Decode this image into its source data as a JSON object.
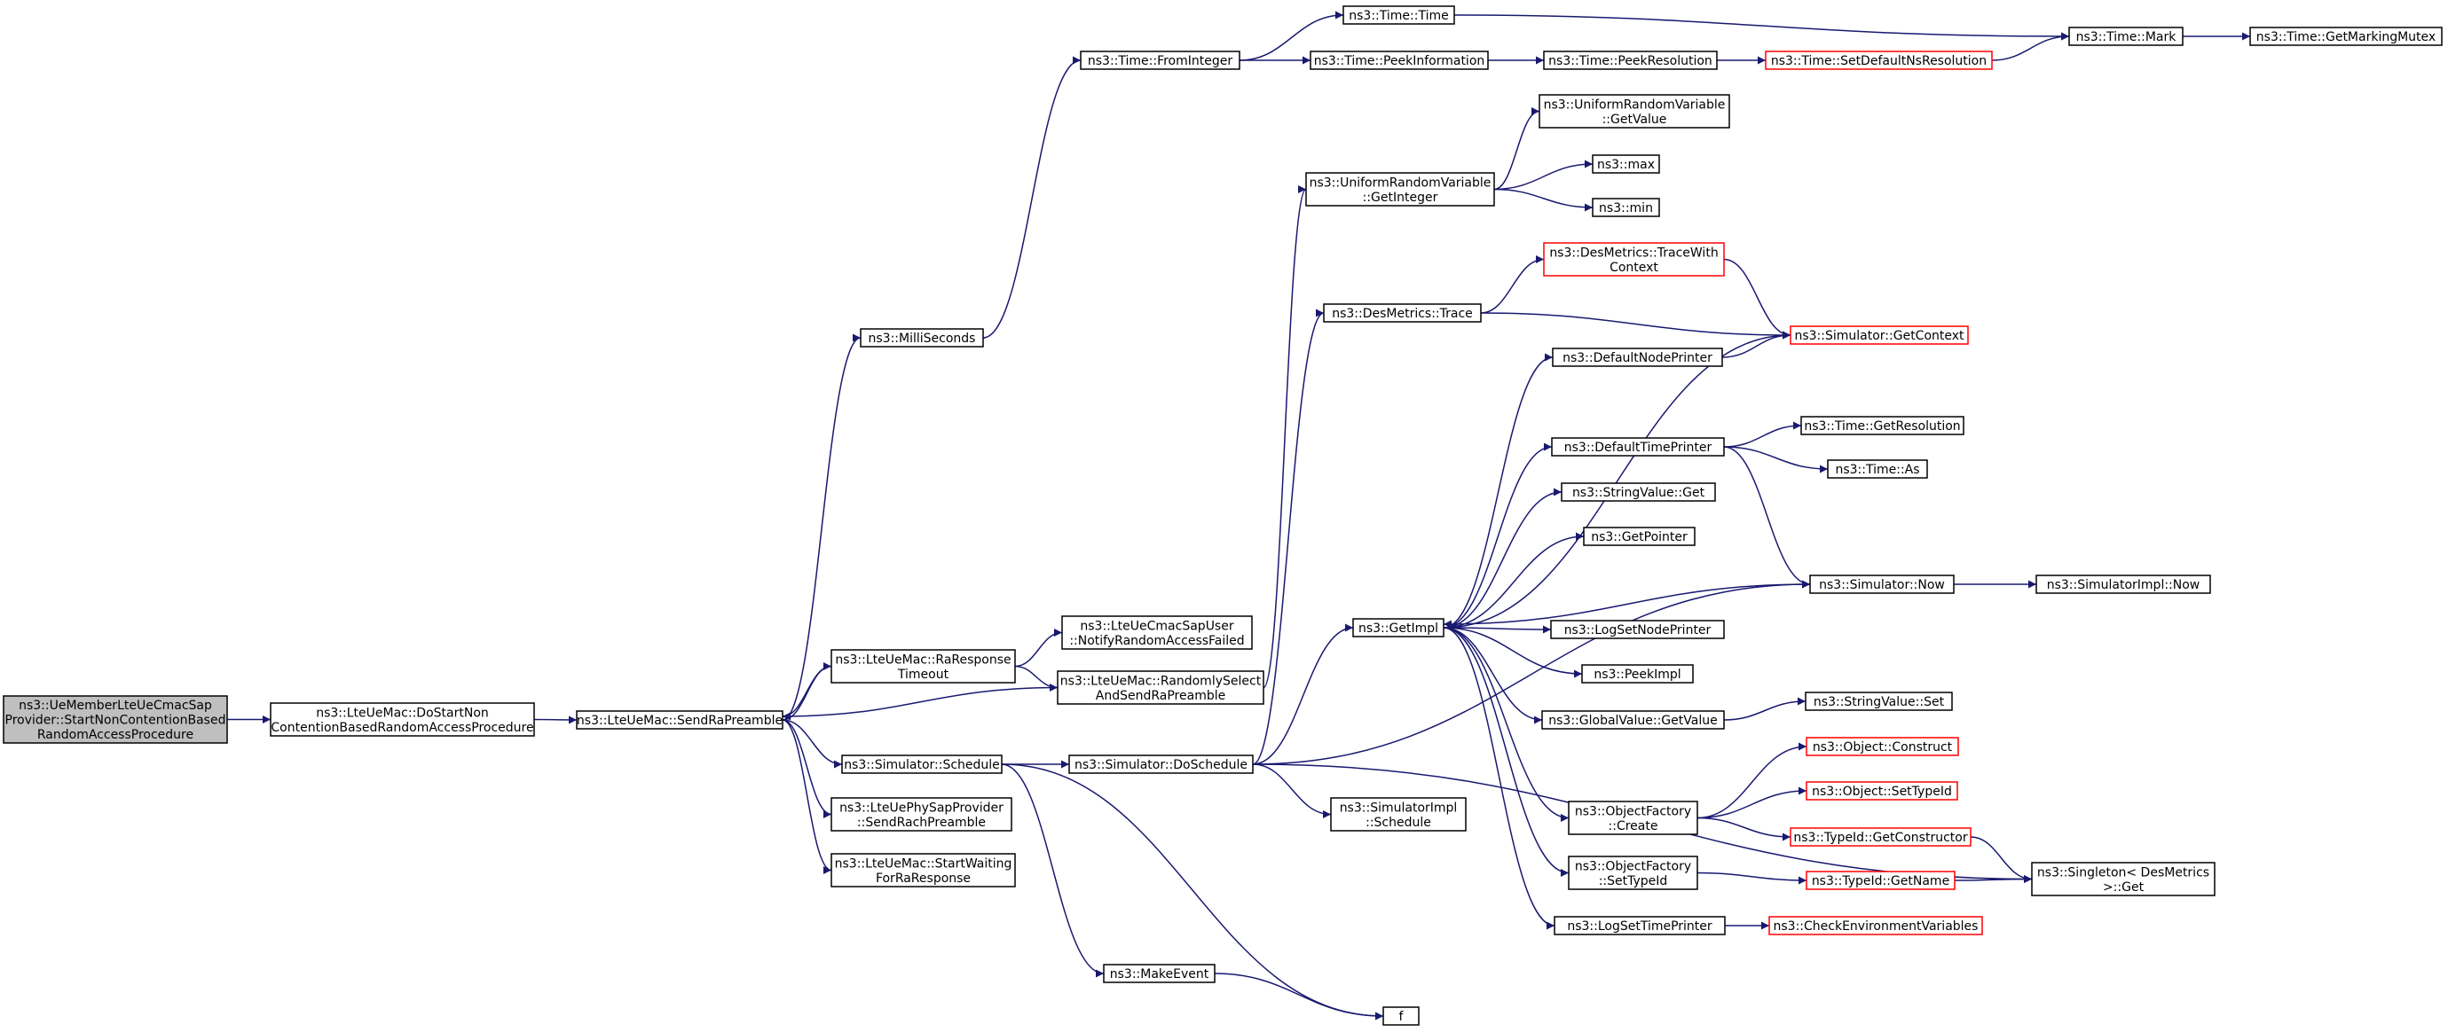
{
  "colors": {
    "edge": "#191970",
    "highlight_border": "#ff0000",
    "root_fill": "#bfbfbf"
  },
  "nodes": [
    {
      "id": "root",
      "label": [
        "ns3::UeMemberLteUeCmacSap",
        "Provider::StartNonContentionBased",
        "RandomAccessProcedure"
      ],
      "style": "root",
      "interactable": false
    },
    {
      "id": "doStart",
      "label": [
        "ns3::LteUeMac::DoStartNon",
        "ContentionBasedRandomAccessProcedure"
      ],
      "style": "normal",
      "interactable": true
    },
    {
      "id": "sendRa",
      "label": [
        "ns3::LteUeMac::SendRaPreamble"
      ],
      "style": "normal",
      "interactable": true
    },
    {
      "id": "milli",
      "label": [
        "ns3::MilliSeconds"
      ],
      "style": "normal",
      "interactable": true
    },
    {
      "id": "fromInt",
      "label": [
        "ns3::Time::FromInteger"
      ],
      "style": "normal",
      "interactable": true
    },
    {
      "id": "timeTime",
      "label": [
        "ns3::Time::Time"
      ],
      "style": "normal",
      "interactable": true
    },
    {
      "id": "peekInfo",
      "label": [
        "ns3::Time::PeekInformation"
      ],
      "style": "normal",
      "interactable": true
    },
    {
      "id": "peekRes",
      "label": [
        "ns3::Time::PeekResolution"
      ],
      "style": "normal",
      "interactable": true
    },
    {
      "id": "setDefRes",
      "label": [
        "ns3::Time::SetDefaultNsResolution"
      ],
      "style": "red",
      "interactable": true
    },
    {
      "id": "mark",
      "label": [
        "ns3::Time::Mark"
      ],
      "style": "normal",
      "interactable": true
    },
    {
      "id": "getMutex",
      "label": [
        "ns3::Time::GetMarkingMutex"
      ],
      "style": "normal",
      "interactable": true
    },
    {
      "id": "raTimeout",
      "label": [
        "ns3::LteUeMac::RaResponse",
        "Timeout"
      ],
      "style": "normal",
      "interactable": true
    },
    {
      "id": "notifyFailed",
      "label": [
        "ns3::LteUeCmacSapUser",
        "::NotifyRandomAccessFailed"
      ],
      "style": "normal",
      "interactable": true
    },
    {
      "id": "randSel",
      "label": [
        "ns3::LteUeMac::RandomlySelect",
        "AndSendRaPreamble"
      ],
      "style": "normal",
      "interactable": true
    },
    {
      "id": "urvGetInt",
      "label": [
        "ns3::UniformRandomVariable",
        "::GetInteger"
      ],
      "style": "normal",
      "interactable": true
    },
    {
      "id": "urvGetVal",
      "label": [
        "ns3::UniformRandomVariable",
        "::GetValue"
      ],
      "style": "normal",
      "interactable": true
    },
    {
      "id": "max",
      "label": [
        "ns3::max"
      ],
      "style": "normal",
      "interactable": true
    },
    {
      "id": "min",
      "label": [
        "ns3::min"
      ],
      "style": "normal",
      "interactable": true
    },
    {
      "id": "dmTraceCtx",
      "label": [
        "ns3::DesMetrics::TraceWith",
        "Context"
      ],
      "style": "red",
      "interactable": true
    },
    {
      "id": "dmTrace",
      "label": [
        "ns3::DesMetrics::Trace"
      ],
      "style": "normal",
      "interactable": true
    },
    {
      "id": "getCtx",
      "label": [
        "ns3::Simulator::GetContext"
      ],
      "style": "red",
      "interactable": true
    },
    {
      "id": "defNodePr",
      "label": [
        "ns3::DefaultNodePrinter"
      ],
      "style": "normal",
      "interactable": true
    },
    {
      "id": "defTimePr",
      "label": [
        "ns3::DefaultTimePrinter"
      ],
      "style": "normal",
      "interactable": true
    },
    {
      "id": "getRes",
      "label": [
        "ns3::Time::GetResolution"
      ],
      "style": "normal",
      "interactable": true
    },
    {
      "id": "timeAs",
      "label": [
        "ns3::Time::As"
      ],
      "style": "normal",
      "interactable": true
    },
    {
      "id": "strGet",
      "label": [
        "ns3::StringValue::Get"
      ],
      "style": "normal",
      "interactable": true
    },
    {
      "id": "getPtr",
      "label": [
        "ns3::GetPointer"
      ],
      "style": "normal",
      "interactable": true
    },
    {
      "id": "simNow",
      "label": [
        "ns3::Simulator::Now"
      ],
      "style": "normal",
      "interactable": true
    },
    {
      "id": "simImplNow",
      "label": [
        "ns3::SimulatorImpl::Now"
      ],
      "style": "normal",
      "interactable": true
    },
    {
      "id": "getImpl",
      "label": [
        "ns3::GetImpl"
      ],
      "style": "normal",
      "interactable": true
    },
    {
      "id": "logSetNode",
      "label": [
        "ns3::LogSetNodePrinter"
      ],
      "style": "normal",
      "interactable": true
    },
    {
      "id": "peekImpl",
      "label": [
        "ns3::PeekImpl"
      ],
      "style": "normal",
      "interactable": true
    },
    {
      "id": "gvGet",
      "label": [
        "ns3::GlobalValue::GetValue"
      ],
      "style": "normal",
      "interactable": true
    },
    {
      "id": "strSet",
      "label": [
        "ns3::StringValue::Set"
      ],
      "style": "normal",
      "interactable": true
    },
    {
      "id": "simSched",
      "label": [
        "ns3::Simulator::Schedule"
      ],
      "style": "normal",
      "interactable": true
    },
    {
      "id": "simDoSched",
      "label": [
        "ns3::Simulator::DoSchedule"
      ],
      "style": "normal",
      "interactable": true
    },
    {
      "id": "sendRach",
      "label": [
        "ns3::LteUePhySapProvider",
        "::SendRachPreamble"
      ],
      "style": "normal",
      "interactable": true
    },
    {
      "id": "startWait",
      "label": [
        "ns3::LteUeMac::StartWaiting",
        "ForRaResponse"
      ],
      "style": "normal",
      "interactable": true
    },
    {
      "id": "implSched",
      "label": [
        "ns3::SimulatorImpl",
        "::Schedule"
      ],
      "style": "normal",
      "interactable": true
    },
    {
      "id": "objConstruct",
      "label": [
        "ns3::Object::Construct"
      ],
      "style": "red",
      "interactable": true
    },
    {
      "id": "objSetTid",
      "label": [
        "ns3::Object::SetTypeId"
      ],
      "style": "red",
      "interactable": true
    },
    {
      "id": "ofCreate",
      "label": [
        "ns3::ObjectFactory",
        "::Create"
      ],
      "style": "normal",
      "interactable": true
    },
    {
      "id": "tidGetCtor",
      "label": [
        "ns3::TypeId::GetConstructor"
      ],
      "style": "red",
      "interactable": true
    },
    {
      "id": "singleton",
      "label": [
        "ns3::Singleton< DesMetrics",
        ">::Get"
      ],
      "style": "normal",
      "interactable": true
    },
    {
      "id": "ofSetTid",
      "label": [
        "ns3::ObjectFactory",
        "::SetTypeId"
      ],
      "style": "normal",
      "interactable": true
    },
    {
      "id": "tidGetName",
      "label": [
        "ns3::TypeId::GetName"
      ],
      "style": "red",
      "interactable": true
    },
    {
      "id": "logSetTime",
      "label": [
        "ns3::LogSetTimePrinter"
      ],
      "style": "normal",
      "interactable": true
    },
    {
      "id": "checkEnv",
      "label": [
        "ns3::CheckEnvironmentVariables"
      ],
      "style": "red",
      "interactable": true
    },
    {
      "id": "makeEvent",
      "label": [
        "ns3::MakeEvent"
      ],
      "style": "normal",
      "interactable": true
    },
    {
      "id": "f",
      "label": [
        "f"
      ],
      "style": "normal",
      "interactable": true
    }
  ],
  "edges": [
    [
      "root",
      "doStart"
    ],
    [
      "doStart",
      "sendRa"
    ],
    [
      "sendRa",
      "milli"
    ],
    [
      "milli",
      "fromInt"
    ],
    [
      "fromInt",
      "timeTime"
    ],
    [
      "fromInt",
      "peekInfo"
    ],
    [
      "peekInfo",
      "peekRes"
    ],
    [
      "peekRes",
      "setDefRes"
    ],
    [
      "setDefRes",
      "mark"
    ],
    [
      "timeTime",
      "mark"
    ],
    [
      "mark",
      "getMutex"
    ],
    [
      "sendRa",
      "raTimeout"
    ],
    [
      "raTimeout",
      "sendRa"
    ],
    [
      "raTimeout",
      "notifyFailed"
    ],
    [
      "raTimeout",
      "randSel"
    ],
    [
      "randSel",
      "sendRa"
    ],
    [
      "randSel",
      "urvGetInt"
    ],
    [
      "urvGetInt",
      "urvGetVal"
    ],
    [
      "urvGetInt",
      "max"
    ],
    [
      "urvGetInt",
      "min"
    ],
    [
      "sendRa",
      "simSched"
    ],
    [
      "sendRa",
      "sendRach"
    ],
    [
      "sendRa",
      "startWait"
    ],
    [
      "simSched",
      "simDoSched"
    ],
    [
      "simSched",
      "makeEvent"
    ],
    [
      "simSched",
      "f"
    ],
    [
      "makeEvent",
      "f"
    ],
    [
      "simDoSched",
      "dmTrace"
    ],
    [
      "simDoSched",
      "getImpl"
    ],
    [
      "simDoSched",
      "simNow"
    ],
    [
      "simDoSched",
      "implSched"
    ],
    [
      "simDoSched",
      "singleton"
    ],
    [
      "dmTrace",
      "dmTraceCtx"
    ],
    [
      "dmTrace",
      "getCtx"
    ],
    [
      "dmTraceCtx",
      "getCtx"
    ],
    [
      "getImpl",
      "getCtx"
    ],
    [
      "getImpl",
      "defNodePr"
    ],
    [
      "getImpl",
      "defTimePr"
    ],
    [
      "getImpl",
      "strGet"
    ],
    [
      "getImpl",
      "getPtr"
    ],
    [
      "getImpl",
      "logSetNode"
    ],
    [
      "getImpl",
      "peekImpl"
    ],
    [
      "getImpl",
      "gvGet"
    ],
    [
      "getImpl",
      "ofCreate"
    ],
    [
      "getImpl",
      "ofSetTid"
    ],
    [
      "getImpl",
      "logSetTime"
    ],
    [
      "defNodePr",
      "getCtx"
    ],
    [
      "defTimePr",
      "getRes"
    ],
    [
      "defTimePr",
      "timeAs"
    ],
    [
      "defTimePr",
      "simNow"
    ],
    [
      "simNow",
      "getImpl"
    ],
    [
      "simNow",
      "simImplNow"
    ],
    [
      "gvGet",
      "strSet"
    ],
    [
      "ofCreate",
      "objConstruct"
    ],
    [
      "ofCreate",
      "objSetTid"
    ],
    [
      "ofCreate",
      "tidGetCtor"
    ],
    [
      "tidGetCtor",
      "singleton"
    ],
    [
      "ofSetTid",
      "tidGetName"
    ],
    [
      "tidGetName",
      "singleton"
    ],
    [
      "logSetTime",
      "checkEnv"
    ]
  ]
}
